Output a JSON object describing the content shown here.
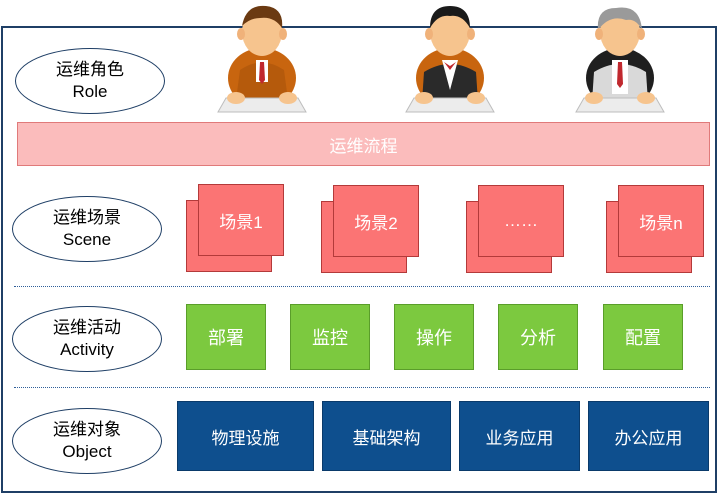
{
  "roles": {
    "role": {
      "cn": "运维角色",
      "en": "Role"
    },
    "scene": {
      "cn": "运维场景",
      "en": "Scene"
    },
    "activity": {
      "cn": "运维活动",
      "en": "Activity"
    },
    "object": {
      "cn": "运维对象",
      "en": "Object"
    }
  },
  "process": "运维流程",
  "scenes": [
    "场景1",
    "场景2",
    "……",
    "场景n"
  ],
  "activities": [
    "部署",
    "监控",
    "操作",
    "分析",
    "配置"
  ],
  "objects": [
    "物理设施",
    "基础架构",
    "业务应用",
    "办公应用"
  ],
  "people": [
    "person-young-icon",
    "person-suit-icon",
    "person-elder-icon"
  ],
  "colors": {
    "border": "#1f3f66",
    "process_fill": "#fbbcbc",
    "scene_fill": "#fb7474",
    "activity_fill": "#7cc93f",
    "object_fill": "#0e4f8e"
  }
}
